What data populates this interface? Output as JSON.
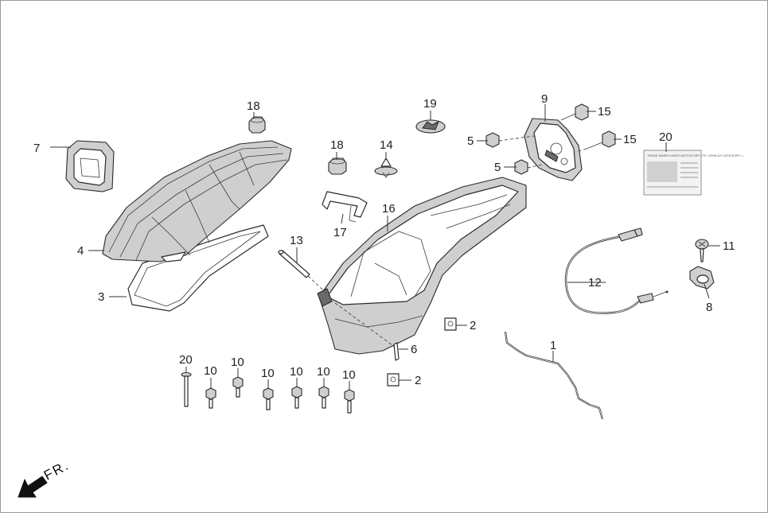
{
  "direction_indicator": {
    "label": "FR."
  },
  "callouts": {
    "c1": "1",
    "c2a": "2",
    "c2b": "2",
    "c3": "3",
    "c4": "4",
    "c5a": "5",
    "c5b": "5",
    "c6": "6",
    "c7": "7",
    "c8": "8",
    "c9": "9",
    "c10a": "10",
    "c10b": "10",
    "c10c": "10",
    "c10d": "10",
    "c10e": "10",
    "c10f": "10",
    "c11": "11",
    "c12": "12",
    "c13": "13",
    "c14": "14",
    "c15a": "15",
    "c15b": "15",
    "c16": "16",
    "c17": "17",
    "c18a": "18",
    "c18b": "18",
    "c19": "19",
    "c20a": "20",
    "c20b": "20"
  },
  "warning_label_text": "TRADE MARKS HERO MOTOCORP LTD. VEHICLE CATEGORY: L"
}
